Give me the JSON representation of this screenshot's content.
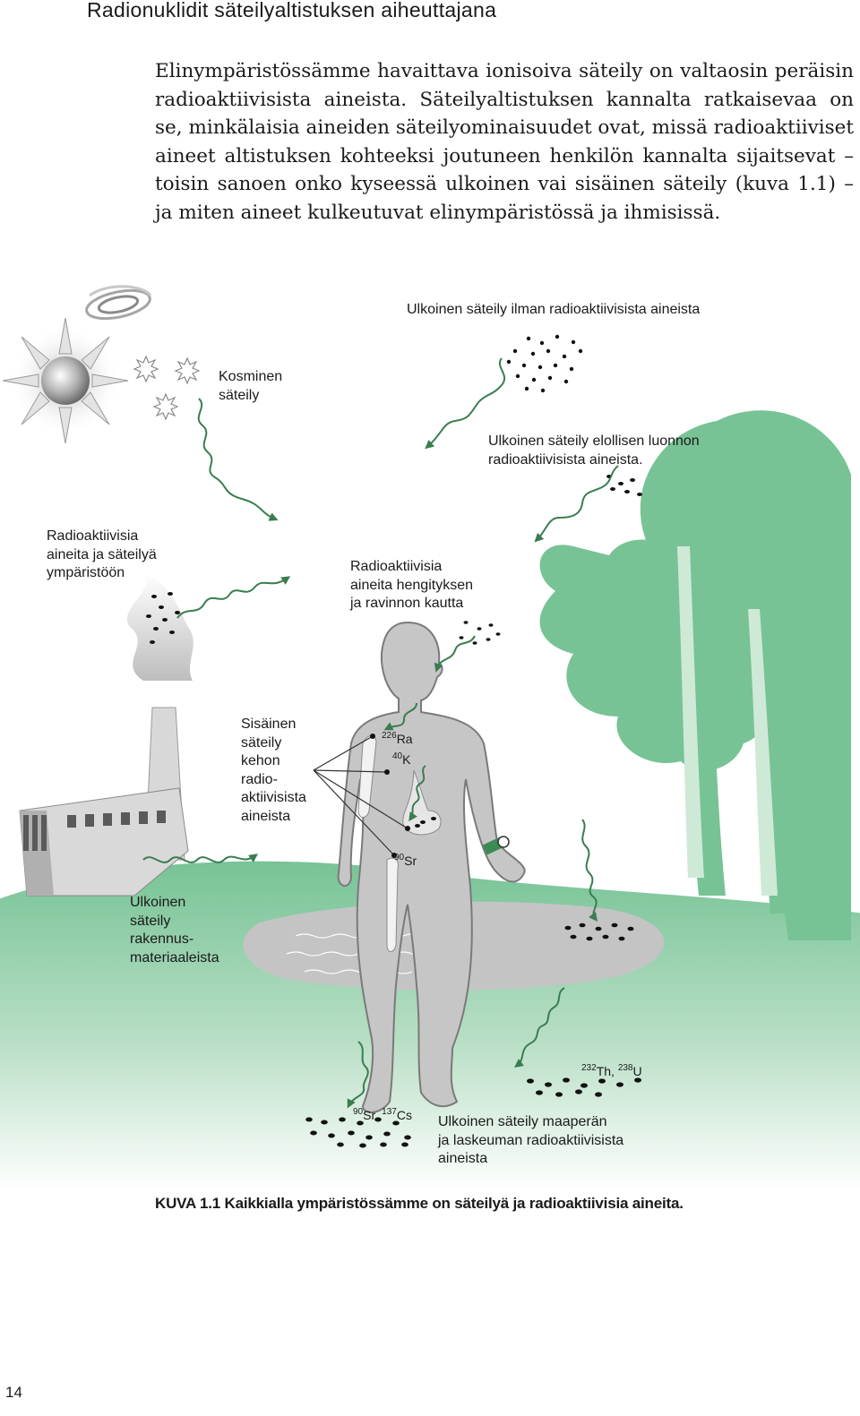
{
  "heading": "Radionuklidit säteilyaltistuksen aiheuttajana",
  "intro": "Elinympäristössämme havaittava ionisoiva säteily on valtaosin peräisin radioaktiivisista aineista. Säteilyaltistuksen kannalta ratkaisevaa on se, minkälaisia aineiden säteilyominaisuudet ovat, missä radioaktiiviset aineet altistuksen kohteeksi joutuneen henkilön kannalta sijaitsevat – toisin sanoen onko kyseessä ulkoinen vai sisäinen säteily (kuva 1.1) – ja miten aineet kulkeutuvat elinympäristössä ja ihmisissä.",
  "figure": {
    "labels": {
      "external_no_materials": "Ulkoinen säteily ilman radioaktiivisista aineista",
      "cosmic": "Kosminen\nsäteily",
      "organic": "Ulkoinen säteily elollisen luonnon\nradioaktiivisista aineista.",
      "environment": "Radioaktiivisia\naineita ja säteilyä\nympäristöön",
      "breathing": "Radioaktiivisia\naineita hengityksen\nja ravinnon kautta",
      "internal": "Sisäinen\nsäteily\nkehon\nradio-\naktiivisista\naineista",
      "building": "Ulkoinen\nsäteily\nrakennus-\nmateriaaleista",
      "soil": "Ulkoinen säteily maaperän\nja laskeuman radioaktiivisista\naineista"
    },
    "isotopes": {
      "ra": {
        "mass": "226",
        "sym": "Ra"
      },
      "k": {
        "mass": "40",
        "sym": "K"
      },
      "sr_bone": {
        "mass": "90",
        "sym": "Sr"
      },
      "th_u": {
        "m1": "232",
        "s1": "Th,",
        "m2": "238",
        "s2": "U"
      },
      "sr_cs": {
        "m1": "90",
        "s1": "Sr,",
        "m2": "137",
        "s2": "Cs"
      }
    },
    "colors": {
      "green": "#77c396",
      "green_light": "#cfe9d7",
      "grey": "#c8c8c8",
      "grey_dark": "#8a8a8a"
    }
  },
  "caption": "KUVA 1.1 Kaikkialla ympäristössämme on säteilyä ja radioaktiivisia aineita.",
  "page_number": "14"
}
